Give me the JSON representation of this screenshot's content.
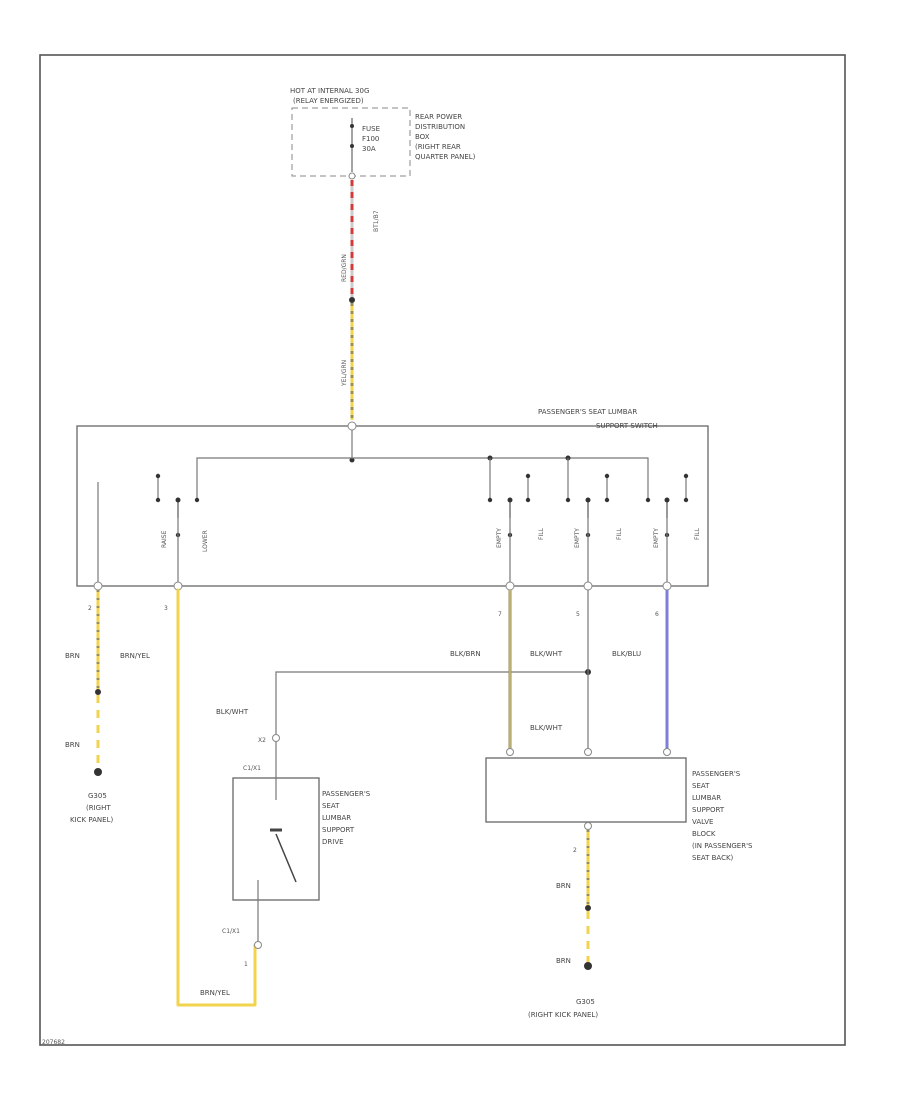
{
  "colors": {
    "frame": "#555555",
    "red": "#d23a3a",
    "yellow": "#f2d34e",
    "olive": "#9a8f52",
    "blue": "#7d7fd6",
    "grey": "#888888",
    "dark": "#444444"
  },
  "fuse_box": {
    "header_1": "HOT AT INTERNAL 30G",
    "header_2": "(RELAY ENERGIZED)",
    "fuse_lines": [
      "FUSE",
      "F100",
      "30A"
    ],
    "location_lines": [
      "REAR POWER",
      "DISTRIBUTION",
      "BOX",
      "(RIGHT REAR",
      "QUARTER PANEL)"
    ]
  },
  "wires": {
    "feed_top_label": "RED/GRN",
    "feed_conn_label": "BT1/B7",
    "feed_bottom_label": "YEL/GRN",
    "w_brn_left": "BRN",
    "w_brn_left_2": "BRN",
    "w_brn_yel": "BRN/YEL",
    "w_brn_yel_bottom": "BRN/YEL",
    "w_blk_brn": "BLK/BRN",
    "w_blk_wht_top": "BLK/WHT",
    "w_blk_blu": "BLK/BLU",
    "w_blk_wht_left": "BLK/WHT",
    "w_blk_wht_mid": "BLK/WHT",
    "w_brn_right": "BRN",
    "w_brn_right_2": "BRN"
  },
  "switch": {
    "title_1": "PASSENGER'S SEAT LUMBAR",
    "title_2": "SUPPORT SWITCH",
    "contacts": [
      "RAISE",
      "LOWER",
      "EMPTY",
      "FILL",
      "EMPTY",
      "FILL",
      "EMPTY",
      "FILL"
    ],
    "pins": [
      "2",
      "3",
      "7",
      "5",
      "6"
    ]
  },
  "drive": {
    "conn_label": "X2",
    "conn_top": "C1/X1",
    "conn_bottom": "C1/X1",
    "pin_bottom": "1",
    "lines": [
      "PASSENGER'S",
      "SEAT",
      "LUMBAR",
      "SUPPORT",
      "DRIVE"
    ]
  },
  "valve_block": {
    "lines": [
      "PASSENGER'S",
      "SEAT",
      "LUMBAR",
      "SUPPORT",
      "VALVE",
      "BLOCK",
      "(IN PASSENGER'S",
      "SEAT BACK)"
    ],
    "pin_bottom": "2"
  },
  "grounds": {
    "left_lines": [
      "G305",
      "(RIGHT",
      "KICK PANEL)"
    ],
    "right_lines": [
      "G305",
      "(RIGHT KICK PANEL)"
    ]
  },
  "footer_code": "207682"
}
